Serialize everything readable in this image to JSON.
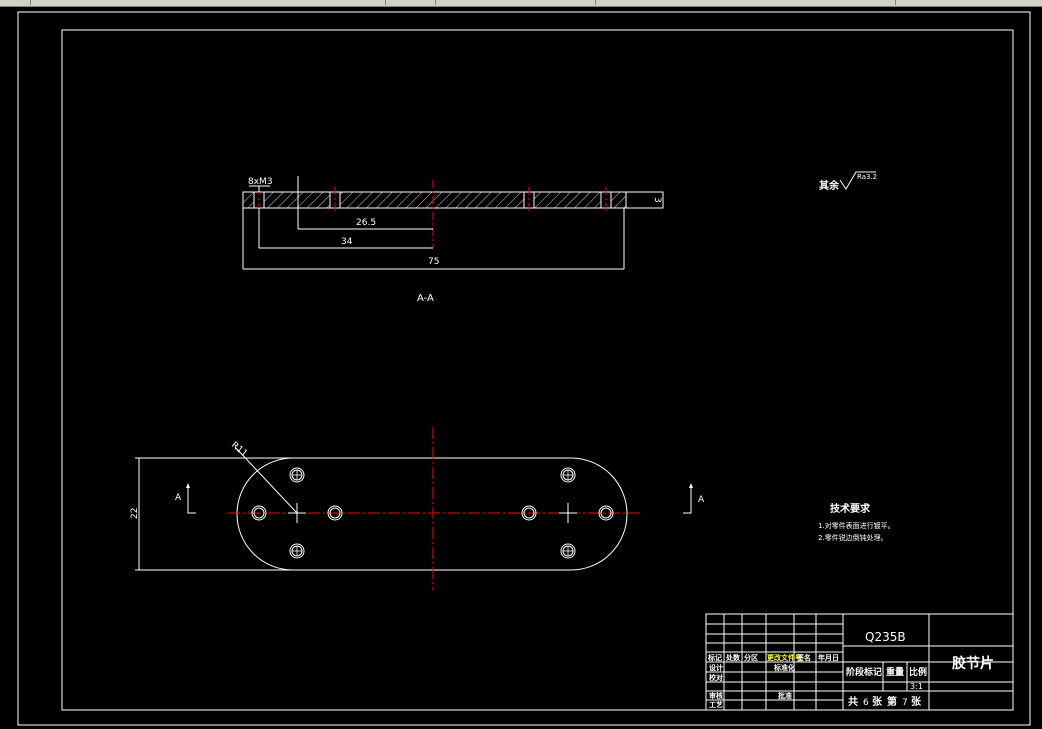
{
  "window": {
    "title": ""
  },
  "section_view": {
    "thread_callout": "8xM3",
    "thickness_dim": "3",
    "dim_inner": "26.5",
    "dim_mid": "34",
    "dim_overall": "75",
    "section_label": "A-A"
  },
  "plan_view": {
    "radius_dim": "R11",
    "height_dim": "22",
    "section_marker_left": "A",
    "section_marker_right": "A"
  },
  "surface_finish": {
    "prefix": "其余",
    "roughness": "Ra3.2"
  },
  "tech_requirements": {
    "title": "技术要求",
    "items": [
      "1.对零件表面进行镀平。",
      "2.零件锐边倒钝处理。"
    ]
  },
  "title_block": {
    "material": "Q235B",
    "part_name": "胶节片",
    "scale": "3:1",
    "total_sheets_label": "共",
    "total_sheets": "6",
    "sheets_unit": "张",
    "sheet_label": "第",
    "sheet_no": "7",
    "sheet_unit": "张",
    "row_headers": [
      "标记",
      "处数",
      "分区",
      "更改文件号",
      "签名",
      "年月日"
    ],
    "left_labels": [
      "设计",
      "校对",
      "审核",
      "工艺"
    ],
    "mid_labels": [
      "标准化",
      "批准"
    ],
    "stage_headers": [
      "阶段标记",
      "重量",
      "比例"
    ]
  },
  "colors": {
    "background": "#000000",
    "line": "#ffffff",
    "centerline": "#ff0000",
    "highlight": "#ffff00",
    "hatch": "#ffffff"
  }
}
